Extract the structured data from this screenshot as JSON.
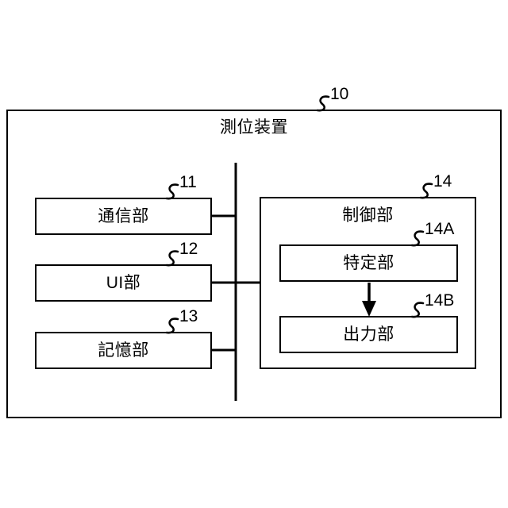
{
  "figure": {
    "type": "patent-block-diagram",
    "background_color": "#ffffff",
    "line_color": "#000000",
    "outer": {
      "title": "測位装置",
      "ref": "10"
    },
    "left_units": [
      {
        "label": "通信部",
        "ref": "11"
      },
      {
        "label": "UI部",
        "ref": "12"
      },
      {
        "label": "記憶部",
        "ref": "13"
      }
    ],
    "control_unit": {
      "label": "制御部",
      "ref": "14",
      "sub_units": [
        {
          "label": "特定部",
          "ref": "14A"
        },
        {
          "label": "出力部",
          "ref": "14B"
        }
      ],
      "flow": "特定部 → 出力部"
    },
    "bus": {
      "name": "internal-bus-line",
      "orientation": "vertical"
    }
  }
}
